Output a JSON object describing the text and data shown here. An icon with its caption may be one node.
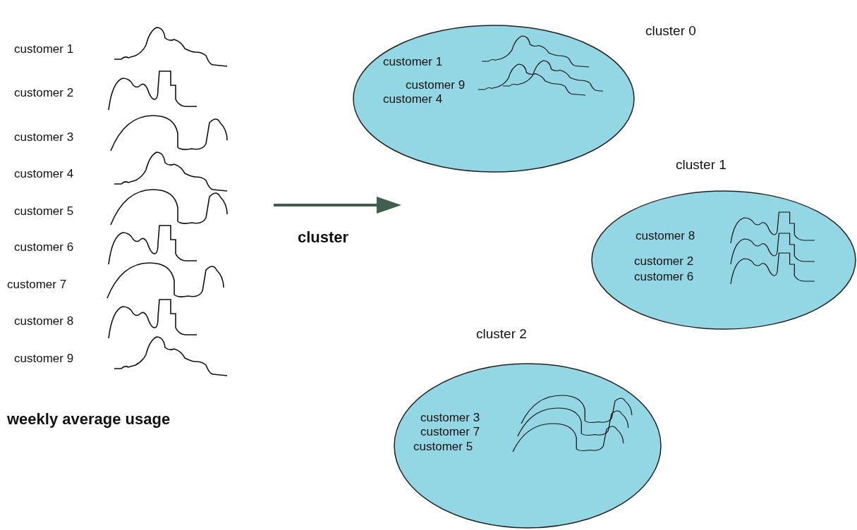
{
  "diagram": {
    "nodes": [
      {
        "text": [
          "cluster 0",
          "customer 1",
          "customer 9",
          "customer 4"
        ]
      },
      {
        "text": [
          "cluster 1",
          "customer 8",
          "customer 2",
          "customer 6"
        ]
      },
      {
        "text": [
          "cluster 2",
          "customer 3",
          "customer 7",
          "customer 5"
        ]
      }
    ],
    "labels": [
      "customer 1",
      "customer 2",
      "customer 3",
      "customer 4",
      "customer 5",
      "customer 6",
      "customer 7",
      "customer 8",
      "customer 9",
      "cluster",
      "weekly average usage"
    ]
  }
}
